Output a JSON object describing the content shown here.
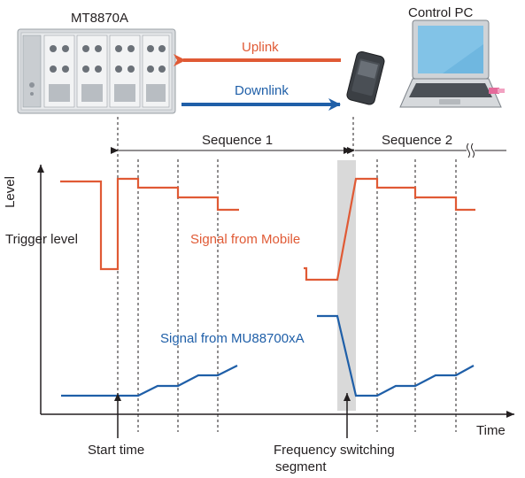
{
  "devices": {
    "instrument_label": "MT8870A",
    "pc_label": "Control PC"
  },
  "links": {
    "uplink": "Uplink",
    "downlink": "Downlink"
  },
  "timeline": {
    "sequence_1": "Sequence 1",
    "sequence_2": "Sequence 2"
  },
  "axes": {
    "y_label": "Level",
    "x_label": "Time"
  },
  "signals": {
    "mobile_label": "Signal from Mobile",
    "mu_label": "Signal from MU88700xA",
    "mobile_color": "#e05a35",
    "mu_color": "#1f5fa8"
  },
  "annotations": {
    "trigger_level": "Trigger level",
    "start_time": "Start time",
    "freq_switch_line1": "Frequency switching",
    "freq_switch_line2": "segment"
  },
  "icons": [
    "instrument-chassis",
    "smartphone",
    "laptop",
    "up-arrow",
    "down-arrow",
    "break-mark"
  ]
}
